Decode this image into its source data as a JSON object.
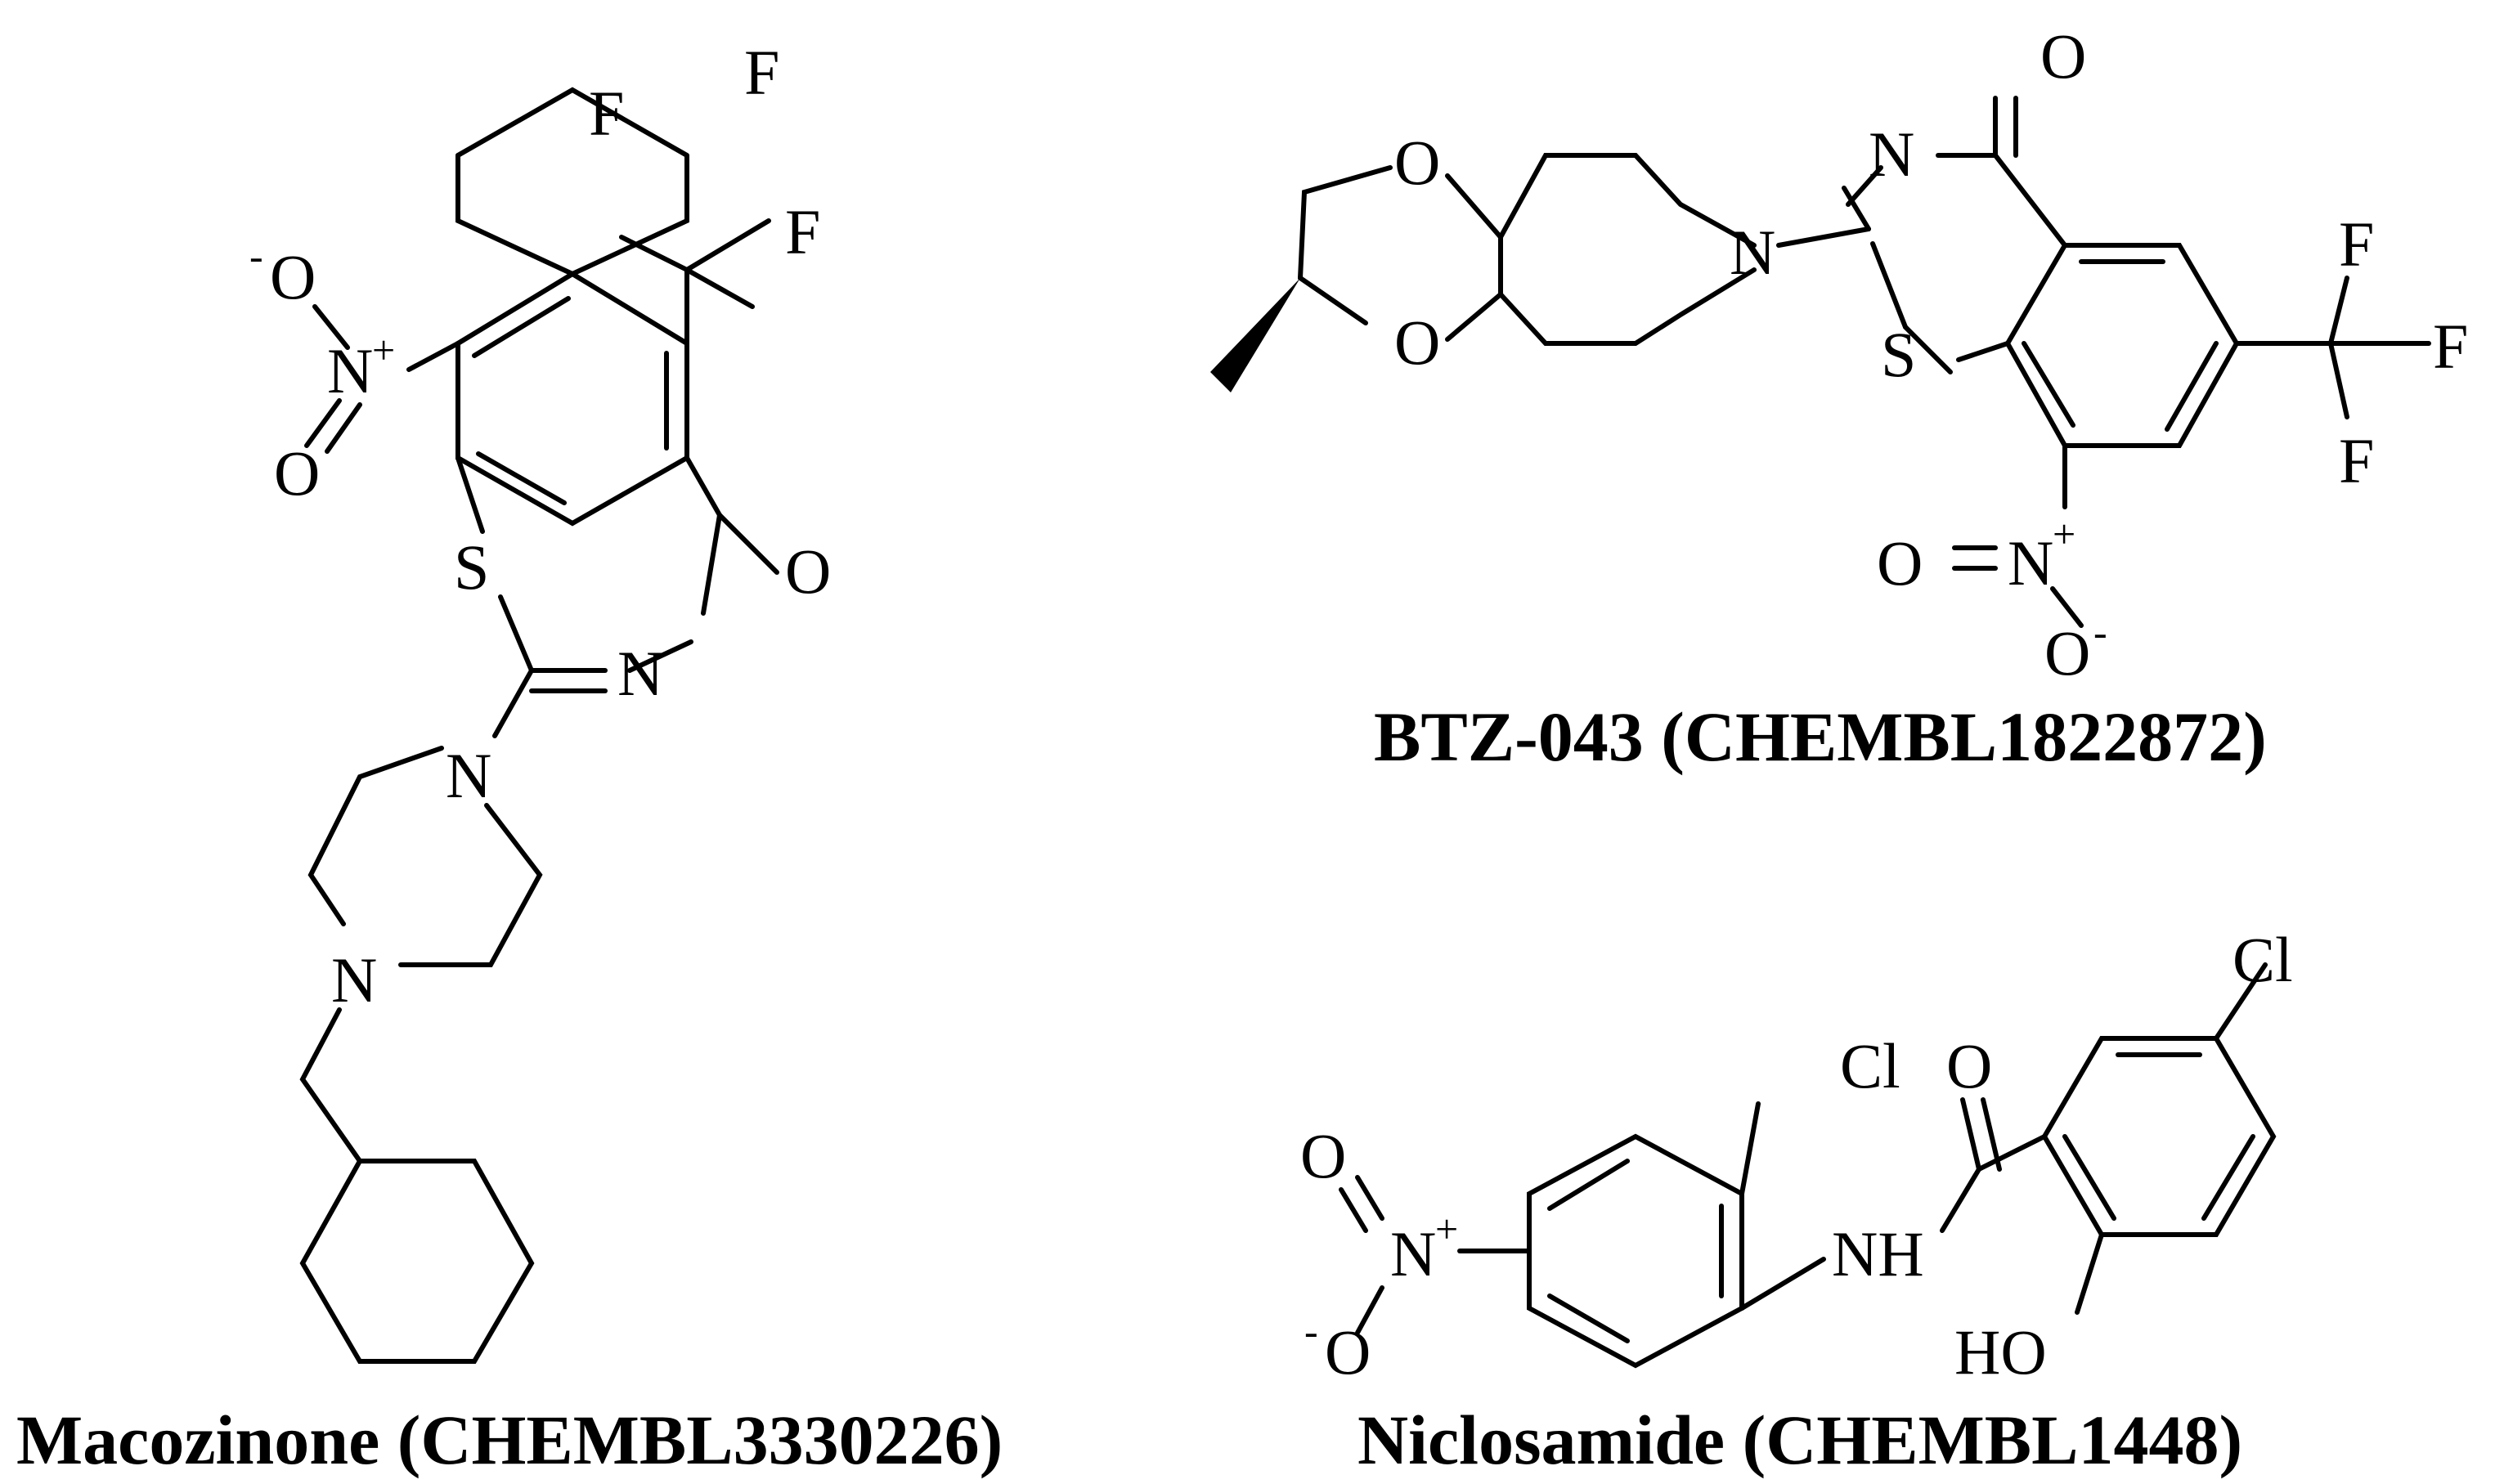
{
  "molecules": [
    {
      "id": "macozinone",
      "caption": "Macozinone (CHEMBL3330226)",
      "atoms": {
        "f1": "F",
        "f2": "F",
        "f3": "F",
        "o_minus": "O",
        "n_plus": "N",
        "o_double": "O",
        "s": "S",
        "o_keto": "O",
        "n_ring": "N",
        "n_pip1": "N",
        "n_pip2": "N"
      },
      "charges": {
        "plus": "+",
        "minus": "-"
      }
    },
    {
      "id": "btz043",
      "caption": "BTZ-043 (CHEMBL1822872)",
      "atoms": {
        "o_keto": "O",
        "n_ring": "N",
        "o_dioxo1": "O",
        "o_dioxo2": "O",
        "n_pip": "N",
        "s": "S",
        "f1": "F",
        "f2": "F",
        "f3": "F",
        "o_double": "O",
        "n_plus": "N",
        "o_minus": "O"
      },
      "charges": {
        "plus": "+",
        "minus": "-"
      }
    },
    {
      "id": "niclosamide",
      "caption": "Niclosamide (CHEMBL1448)",
      "atoms": {
        "cl1": "Cl",
        "cl2": "Cl",
        "o_keto": "O",
        "o_double": "O",
        "n_plus": "N",
        "o_minus": "O",
        "nh": "NH",
        "ho": "HO"
      },
      "charges": {
        "plus": "+",
        "minus": "-"
      }
    }
  ]
}
